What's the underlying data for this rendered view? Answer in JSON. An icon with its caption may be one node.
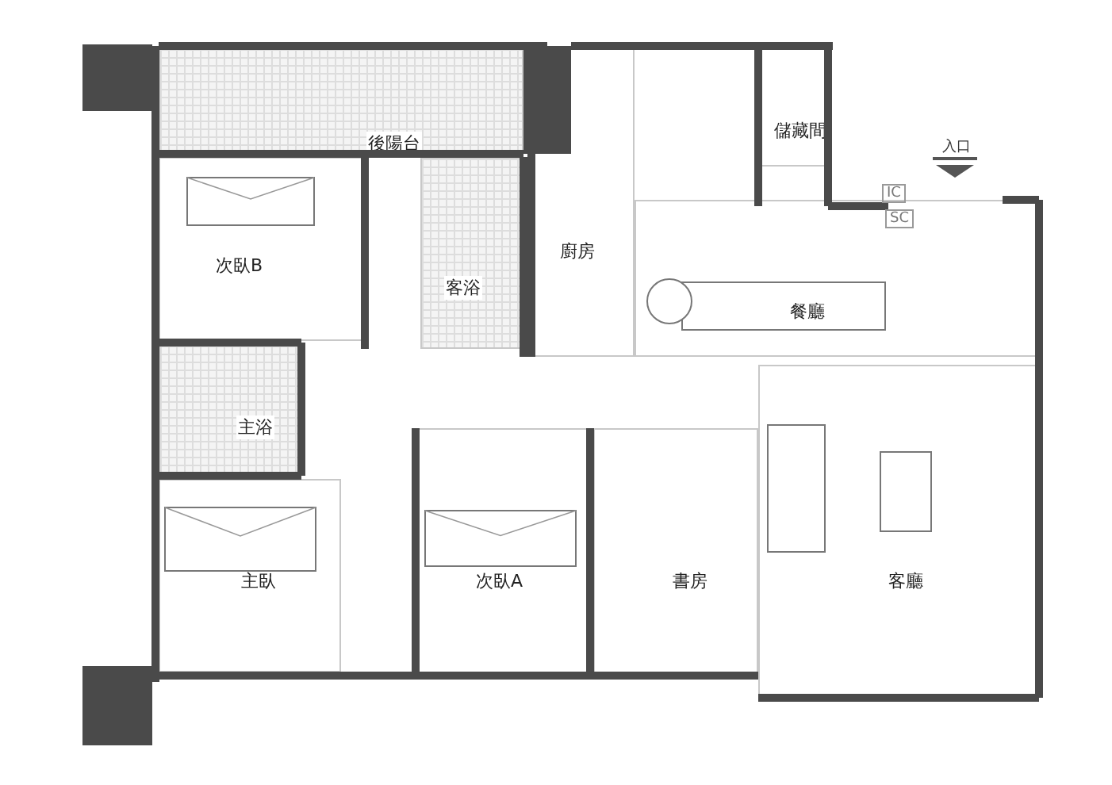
{
  "diagram": {
    "nodes": [
      {
        "text": [
          "後陽台"
        ]
      },
      {
        "text": [
          "儲藏間"
        ]
      },
      {
        "text": [
          "次臥B"
        ]
      },
      {
        "text": [
          "客浴"
        ]
      },
      {
        "text": [
          "廚房"
        ]
      },
      {
        "text": [
          "餐廳"
        ]
      },
      {
        "text": [
          "主浴"
        ]
      },
      {
        "text": [
          "主臥"
        ]
      },
      {
        "text": [
          "次臥A"
        ]
      },
      {
        "text": [
          "書房"
        ]
      },
      {
        "text": [
          "客廳"
        ]
      }
    ],
    "edges": [],
    "labels": [
      "入口",
      "IC",
      "SC"
    ]
  }
}
